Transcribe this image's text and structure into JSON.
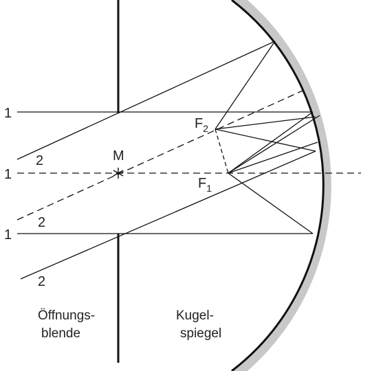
{
  "labels": {
    "ray1_top": "1",
    "ray1_axis": "1",
    "ray1_bottom": "1",
    "ray2_top": "2",
    "ray2_middle": "2",
    "ray2_bottom": "2",
    "center_point": "M",
    "focus_parallel": {
      "main": "F",
      "sub": "1"
    },
    "focus_oblique": {
      "main": "F",
      "sub": "2"
    }
  },
  "captions": {
    "aperture": [
      "Öffnungs-",
      "blende"
    ],
    "mirror": [
      "Kugel-",
      "spiegel"
    ]
  },
  "colors": {
    "ink": "#111111",
    "mirror_fill": "#c8c8c8",
    "background": "#ffffff"
  }
}
